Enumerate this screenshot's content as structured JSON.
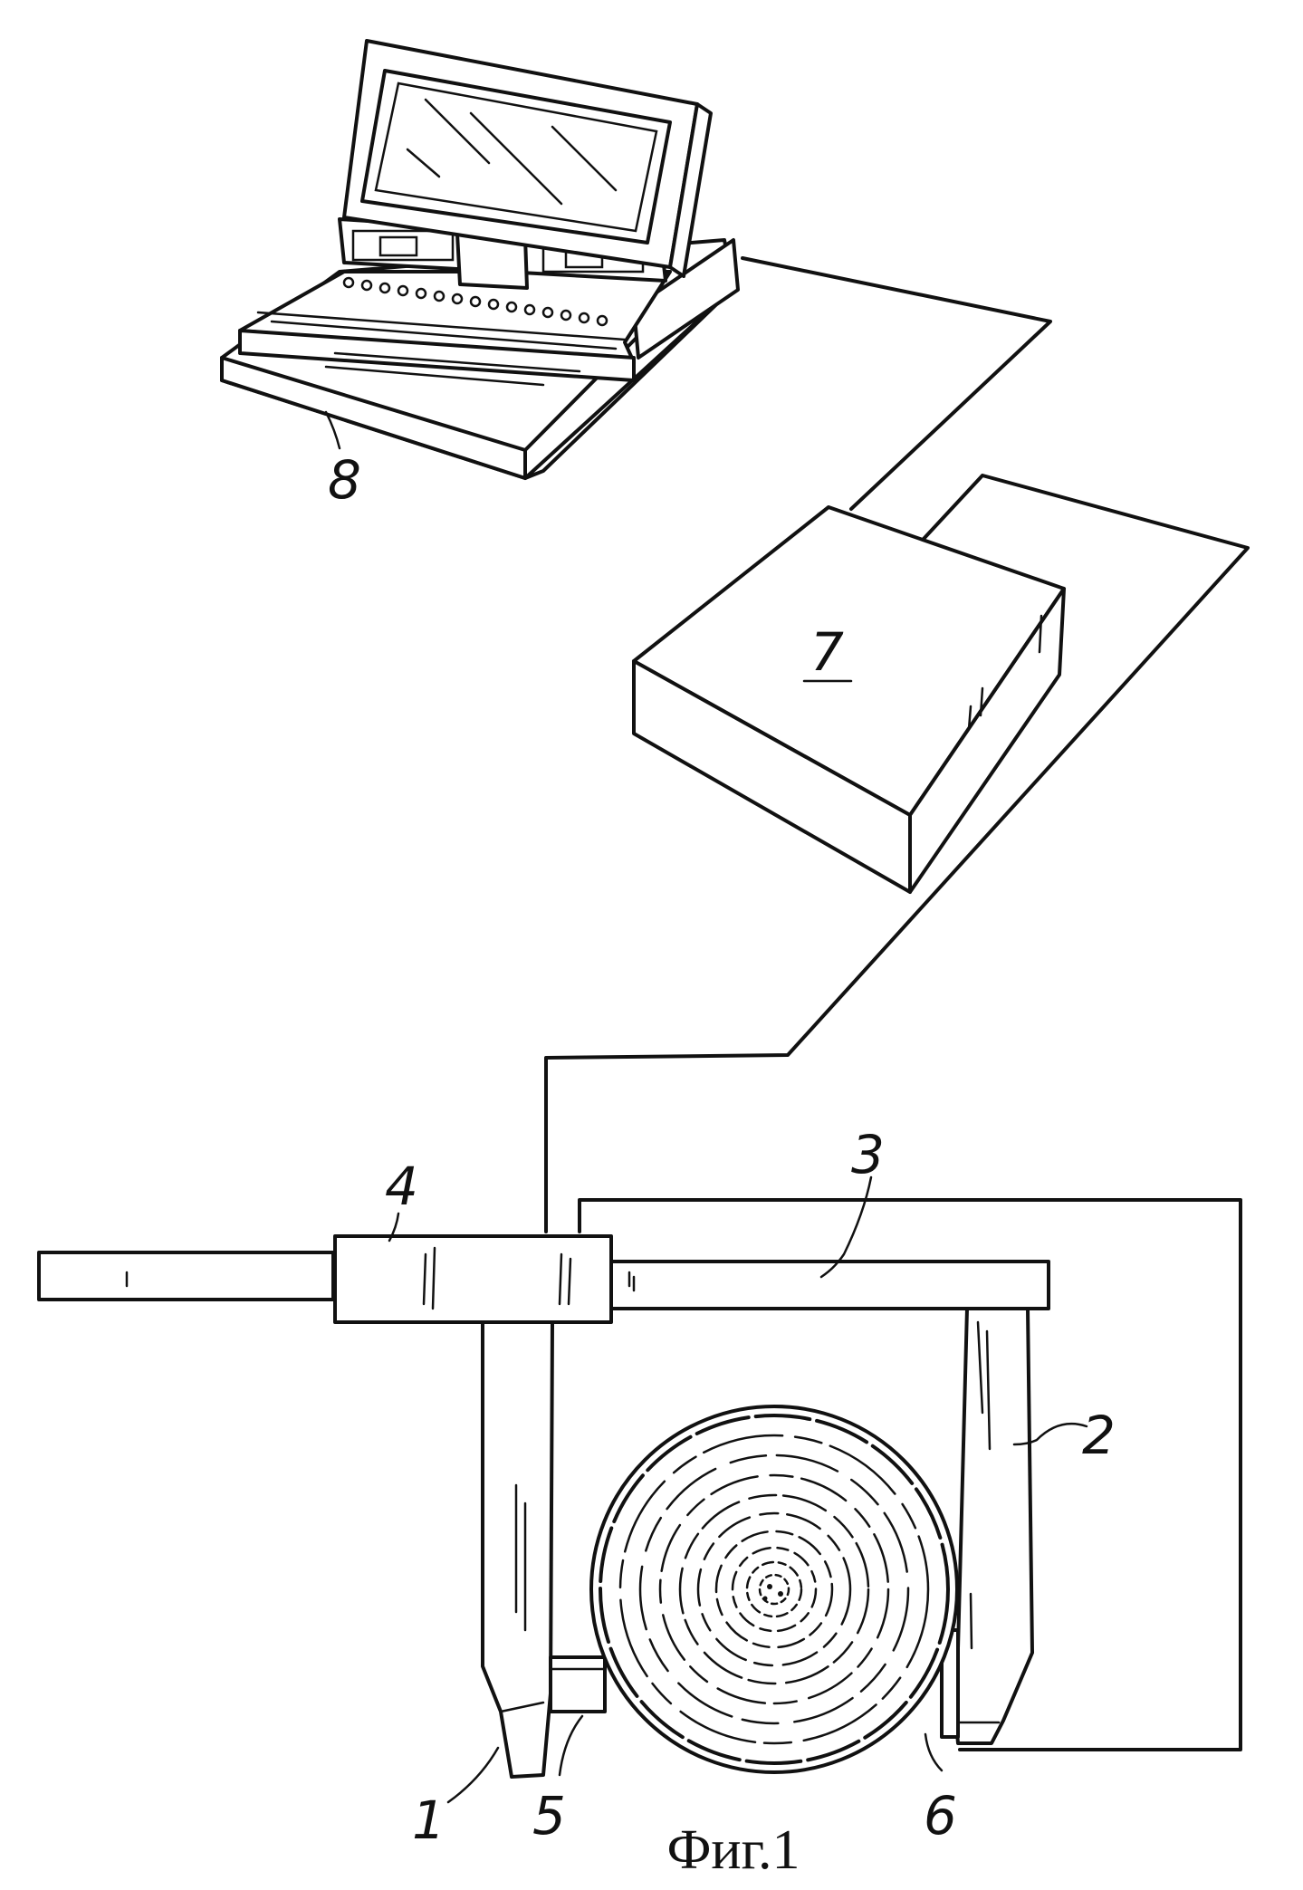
{
  "labels": {
    "part1": "1",
    "part2": "2",
    "part3": "3",
    "part4": "4",
    "part5": "5",
    "part6": "6",
    "part7": "7",
    "part8": "8"
  },
  "caption": "Фиг.1",
  "colors": {
    "ink": "#111111",
    "paper": "#ffffff"
  }
}
